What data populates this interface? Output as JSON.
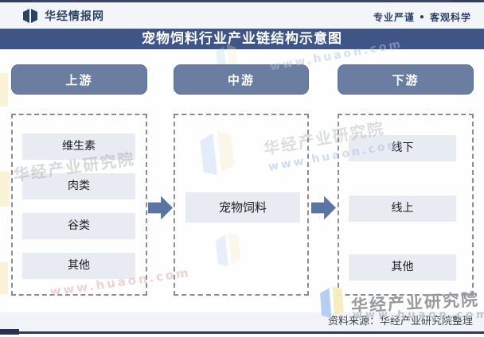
{
  "header": {
    "brand": "华经情报网",
    "logo_icon": "open-book-icon",
    "tagline": "专业严谨 • 客观科学"
  },
  "title": "宠物饲料行业产业链结构示意图",
  "diagram": {
    "columns": [
      {
        "header": "上游",
        "items": [
          "维生素",
          "肉类",
          "谷类",
          "其他"
        ]
      },
      {
        "header": "中游",
        "items": [
          "宠物饲料"
        ]
      },
      {
        "header": "下游",
        "items": [
          "线下",
          "线上",
          "其他"
        ]
      }
    ],
    "arrow_icon": "right-block-arrow-icon"
  },
  "watermark": {
    "name": "华经产业研究院",
    "url": "www.huaon.com",
    "logo_icon": "open-book-icon"
  },
  "footer": {
    "source": "资料来源：华经产业研究院整理"
  },
  "colors": {
    "navy_line": "#2c3a5f",
    "title_bar_bg": "#3e5586",
    "pill_bg": "#6b7da1",
    "item_bg": "#e9ebf2",
    "arrow": "#5b74a2",
    "brand_text": "#2b4268",
    "footer_bg": "#f1f3f8",
    "watermark_blue": "#b3cdf0",
    "watermark_yellow": "#f6ecc2"
  }
}
